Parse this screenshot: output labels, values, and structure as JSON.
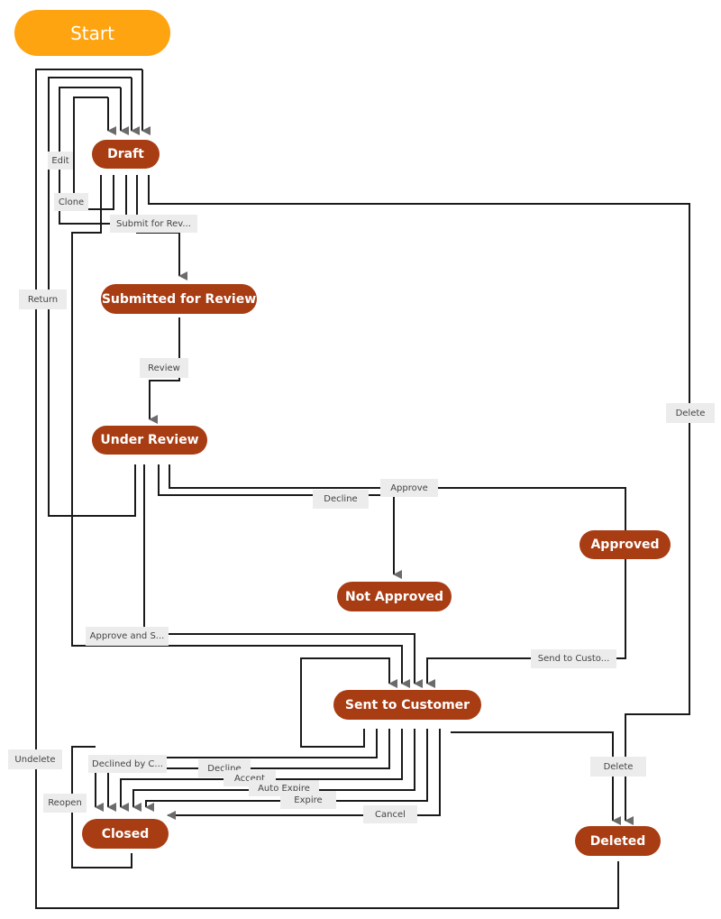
{
  "colors": {
    "start": "#ffa411",
    "state": "#a83c13",
    "edge": "#1a1a1a",
    "arrow": "#6b6b6b",
    "label_bg": "#ececec"
  },
  "nodes": {
    "start": "Start",
    "draft": "Draft",
    "submitted": "Submitted for Review",
    "under_review": "Under Review",
    "approved": "Approved",
    "not_approved": "Not Approved",
    "sent": "Sent to Customer",
    "closed": "Closed",
    "deleted": "Deleted"
  },
  "edge_labels": {
    "edit": "Edit",
    "clone": "Clone",
    "submit": "Submit for Rev...",
    "return": "Return",
    "review": "Review",
    "delete_draft": "Delete",
    "decline": "Decline",
    "approve": "Approve",
    "approve_send": "Approve and S...",
    "send_to_customer": "Send to Custo...",
    "undelete": "Undelete",
    "declined_by_customer": "Declined by C...",
    "decline_sent": "Decline",
    "accept": "Accept",
    "auto_expire": "Auto Expire",
    "expire": "Expire",
    "reopen": "Reopen",
    "cancel": "Cancel",
    "delete_sent": "Delete"
  }
}
